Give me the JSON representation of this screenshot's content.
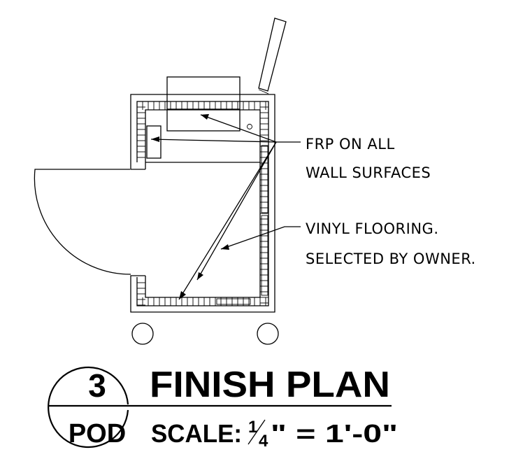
{
  "annotations": {
    "frp_line1": "FRP ON ALL",
    "frp_line2": "WALL SURFACES",
    "vinyl_line1": "VINYL FLOORING.",
    "vinyl_line2": "SELECTED BY OWNER."
  },
  "title_block": {
    "detail_number": "3",
    "sheet_ref": "POD",
    "title": "FINISH PLAN",
    "scale_prefix": "SCALE:",
    "scale_fraction_num": "1",
    "scale_fraction_den": "4",
    "scale_suffix": "\" = 1'-0\""
  }
}
